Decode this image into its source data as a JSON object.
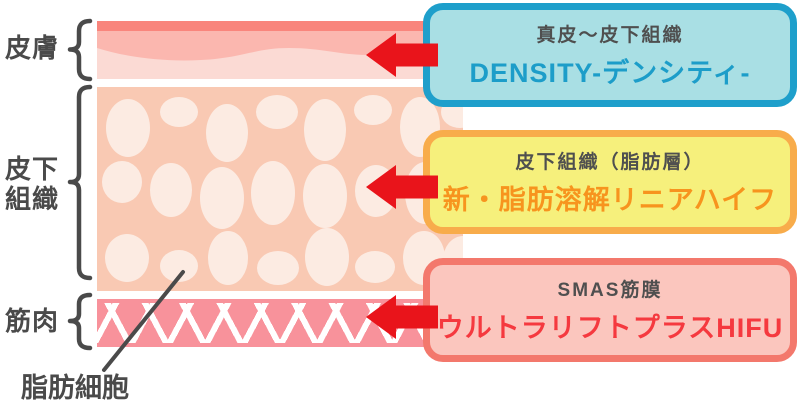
{
  "layer_labels": {
    "skin": "皮膚",
    "subcutaneous_line1": "皮下",
    "subcutaneous_line2": "組織",
    "muscle": "筋肉",
    "fat_cell": "脂肪細胞"
  },
  "callouts": [
    {
      "target_layer": "真皮〜皮下組織",
      "treatment": "DENSITY-デンシティ-"
    },
    {
      "target_layer": "皮下組織（脂肪層）",
      "treatment": "新・脂肪溶解リニアハイフ"
    },
    {
      "target_layer": "SMAS筋膜",
      "treatment": "ウルトラリフトプラスHIFU"
    }
  ],
  "colors": {
    "label_text": "#4A4A4A",
    "callout_title": "#4F4F4F",
    "epidermis": "#F9857C",
    "dermis": "#FBB7AF",
    "dermis_light": "#FBDAD4",
    "subcut_bg": "#F9C9B3",
    "fat_blob": "#FCEBE2",
    "muscle_pink": "#F8929B",
    "arrow_red": "#E9141B",
    "callout1_border": "#1E9FCB",
    "callout1_fill": "#A9DFE4",
    "callout1_text": "#1C9DC9",
    "callout2_border": "#F8AC4B",
    "callout2_fill": "#F6F07C",
    "callout2_text": "#F7941E",
    "callout3_border": "#F3786C",
    "callout3_fill": "#FBC6BE",
    "callout3_text": "#F5393F"
  }
}
